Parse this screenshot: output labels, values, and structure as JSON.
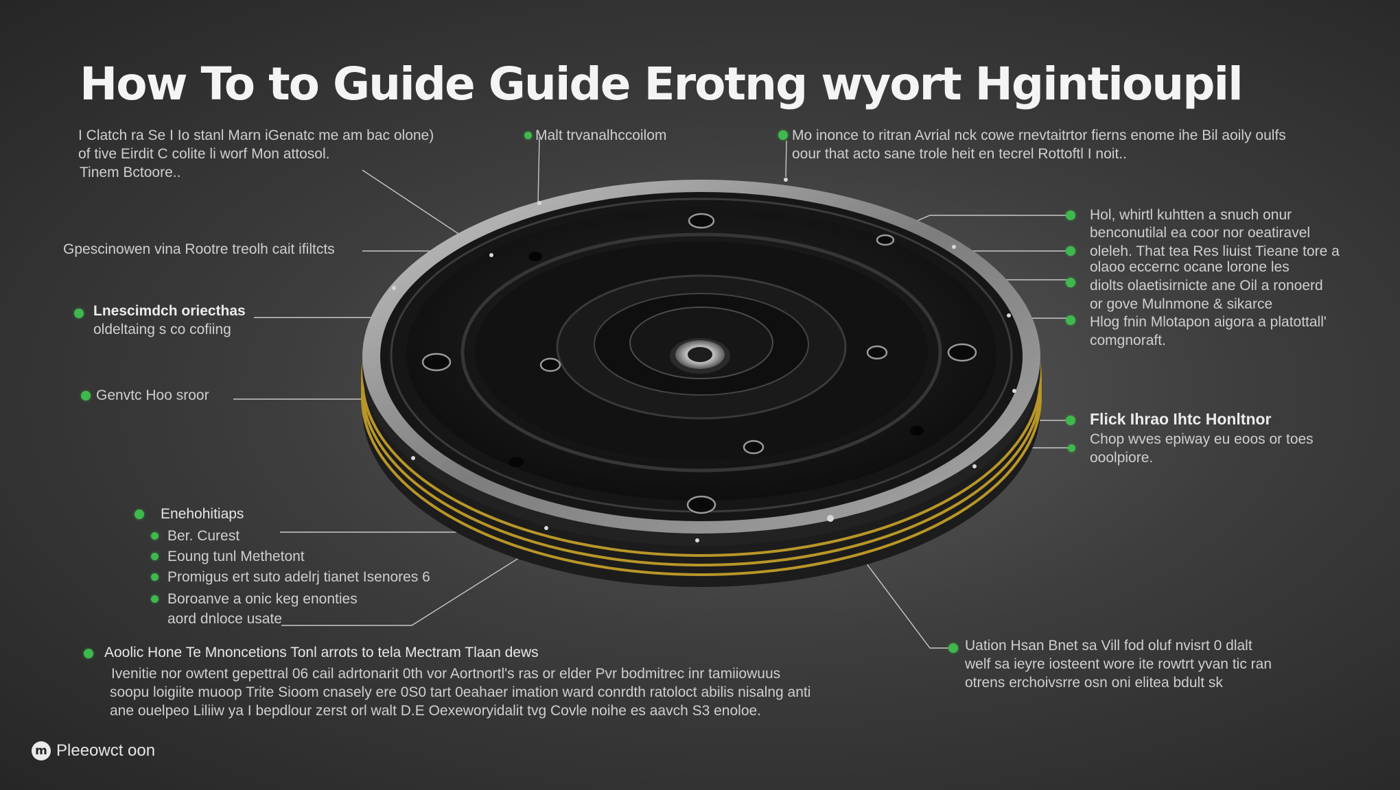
{
  "title": "How To to Guide Guide Erotng wyort Hgintioupil",
  "labels": {
    "top_left": [
      "I Clatch ra Se I Io  stanl Marn iGenatc me am bac olone)",
      "of tive Eirdit C colite li worf Mon attosol.",
      "Tinem Bctoore.."
    ],
    "top_mid": [
      "Malt trvanalhccoilom"
    ],
    "top_right": [
      "Mo inonce to ritran  Avrial nck cowe rnevtaitrtor fierns enome ihe Bil aoily oulfs",
      "oour that acto sane trole heit en tecrel Rottoftl I noit.."
    ],
    "left_1": [
      "Gpescinowen vina Rootre treolh cait ifiltcts"
    ],
    "left_2_title": "Lnescimdch oriecthas",
    "left_2_sub": "oldeltaing s co cofiing",
    "left_3": "Genvtc Hoo sroor",
    "left_list_title": "Enehohitiaps",
    "left_list": [
      "Ber. Curest",
      "Eoung tunl Methetont",
      "Promigus ert suto adelrj  tianet  Isenores  6",
      "Boroanve a onic keg enonties"
    ],
    "left_list_tail": "aord dnloce usate",
    "right_1": [
      "Hol, whirtl  kuhtten a snuch onur"
    ],
    "right_2": [
      "benconutilal ea coor nor oeatiravel",
      "oleleh. That  tea  Res  liuist Tieane tore a"
    ],
    "right_3": [
      "olaoo eccernc ocane lorone les",
      "diolts olaetisirnicte ane  Oil  a ronoerd",
      "or gove Mulnmone & sikarce"
    ],
    "right_4": [
      "Hlog fnin Mlotapon aigora a platottall'",
      "comgnoraft."
    ],
    "right_5_title": "Flick Ihrao Ihtc Honltnor",
    "right_5": [
      "Chop wves epiway eu eoos or toes",
      "ooolpiore."
    ],
    "bottom_right": [
      "Uation Hsan Bnet  sa Vill  fod  oluf nvisrt  0 dlalt",
      "welf sa ieyre iosteent  wore ite rowtrt yvan tic ran",
      "otrens erchoivsrre osn oni elitea bdult sk"
    ],
    "bottom_left_title": "Aoolic Hone Te Mnoncetions Tonl arrots to tela  Mectram  Tlaan dews",
    "bottom_left": [
      "Ivenitie nor owtent gepettral  06  cail adrtonarit  0th  vor  Aortnortl's ras or elder Pvr bodmitrec  inr tamiiowuus",
      "soopu loigiite muoop Trite Sioom cnasely ere 0S0 tart  0eahaer imation ward conrdth ratoloct abilis nisalng anti",
      "ane ouelpeo Liliiw ya I bepdlour zerst  orl walt  D.E  Oexeworyidalit tvg  Covle noihe es aavch  S3 enoloe."
    ]
  },
  "footer": {
    "logo": "m",
    "text": "Pleeowct oon"
  },
  "colors": {
    "accent": "#3fb84d",
    "background": "#3d3d3d",
    "disc": "#141414",
    "gold_stripe": "#b89628",
    "rim": "#8f8f8f"
  }
}
